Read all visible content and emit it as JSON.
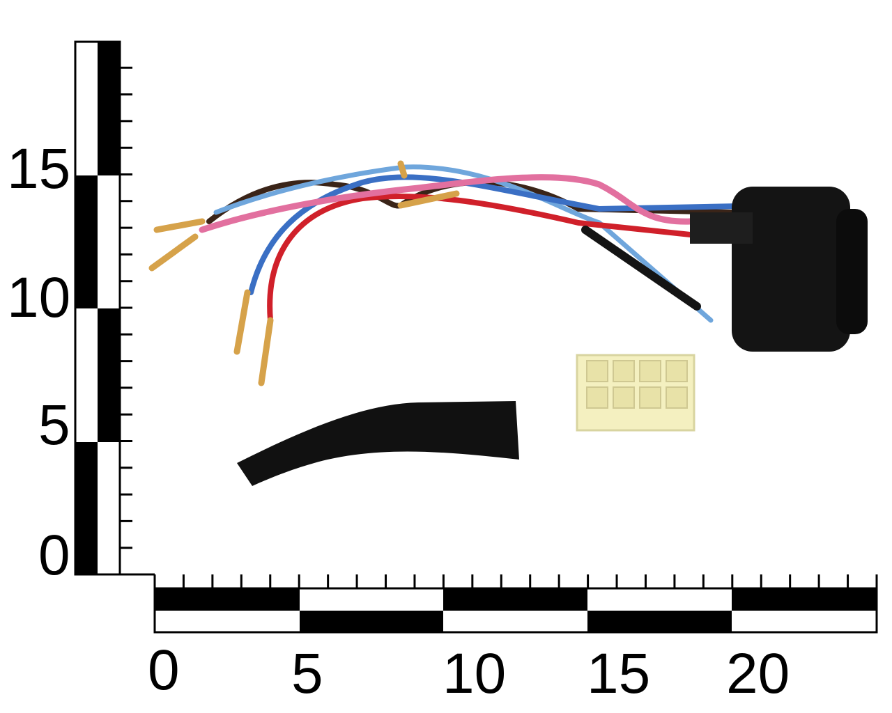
{
  "vertical_scale": {
    "labels": [
      "0",
      "5",
      "10",
      "15"
    ]
  },
  "horizontal_scale": {
    "labels": [
      "0",
      "5",
      "10",
      "15",
      "20"
    ]
  },
  "colors": {
    "wire_red": "#d0202a",
    "wire_blue": "#3a6fc4",
    "wire_light_blue": "#6fa6dc",
    "wire_pink": "#e2709f",
    "wire_brown": "#3a2418",
    "connector_black": "#141414",
    "connector_cream": "#f4f0c0",
    "terminal_gold": "#d6a24a"
  }
}
